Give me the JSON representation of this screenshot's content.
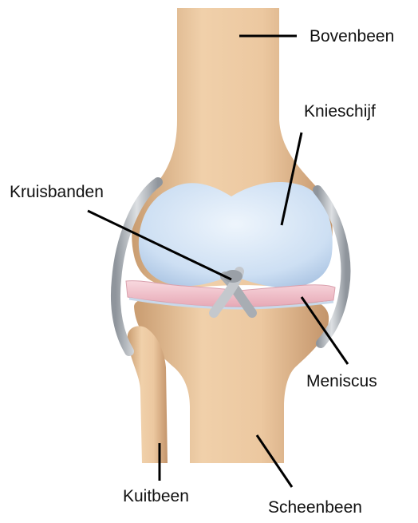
{
  "labels": {
    "bovenbeen": "Bovenbeen",
    "knieschijf": "Knieschijf",
    "kruisbanden": "Kruisbanden",
    "meniscus": "Meniscus",
    "kuitbeen": "Kuitbeen",
    "scheenbeen": "Scheenbeen"
  },
  "colors": {
    "bone": "#e8c39b",
    "bone_shade": "#c99c70",
    "cartilage": "#cfe0f3",
    "meniscus": "#f4c6cf",
    "ligament": "#b9bec4",
    "leader_line": "#000000",
    "background": "#ffffff"
  }
}
